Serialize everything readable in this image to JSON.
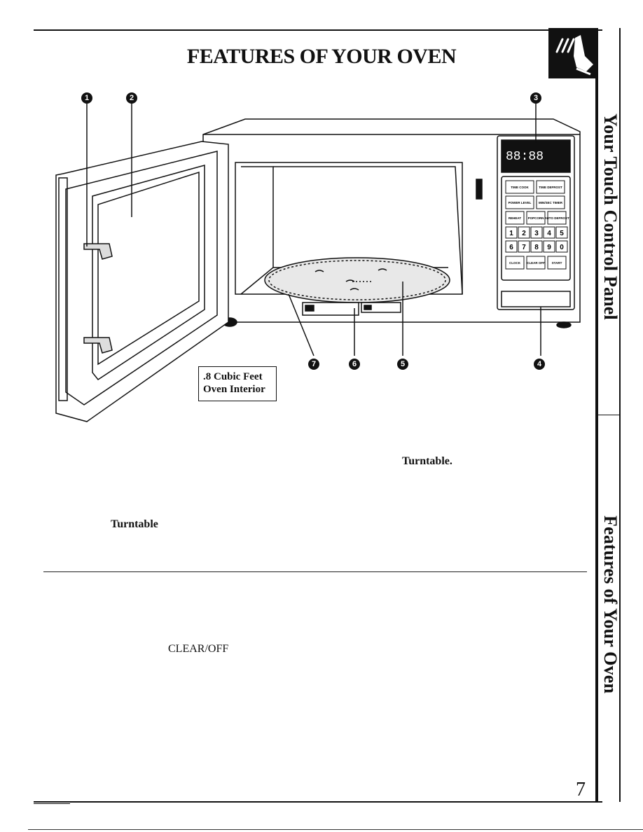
{
  "page": {
    "title": "FEATURES OF YOUR OVEN",
    "side_tab_1": "Your Touch Control Panel",
    "side_tab_2": "Features of Your Oven",
    "page_number": "7"
  },
  "illustration": {
    "capacity_label_line1": ".8 Cubic Feet",
    "capacity_label_line2": "Oven Interior",
    "callouts": [
      "1",
      "2",
      "3",
      "4",
      "5",
      "6",
      "7"
    ],
    "control_panel_keys": {
      "row1": [
        "TIME COOK",
        "TIME DEFROST"
      ],
      "row2": [
        "POWER LEVEL",
        "MIN/SEC TIMER"
      ],
      "row3": [
        "REHEAT",
        "POPCORN",
        "AUTO DEFROST"
      ],
      "digits_row1": [
        "1",
        "2",
        "3",
        "4",
        "5"
      ],
      "digits_row2": [
        "6",
        "7",
        "8",
        "9",
        "0"
      ],
      "row_last": [
        "CLOCK",
        "CLEAR OFF",
        "START"
      ]
    },
    "display_text": "88:88"
  },
  "text": {
    "turntable_1": "Turntable.",
    "turntable_2": "Turntable",
    "clear_off": "CLEAR/OFF"
  },
  "icons": {
    "header_icon": "hand-pressing-button-icon"
  }
}
